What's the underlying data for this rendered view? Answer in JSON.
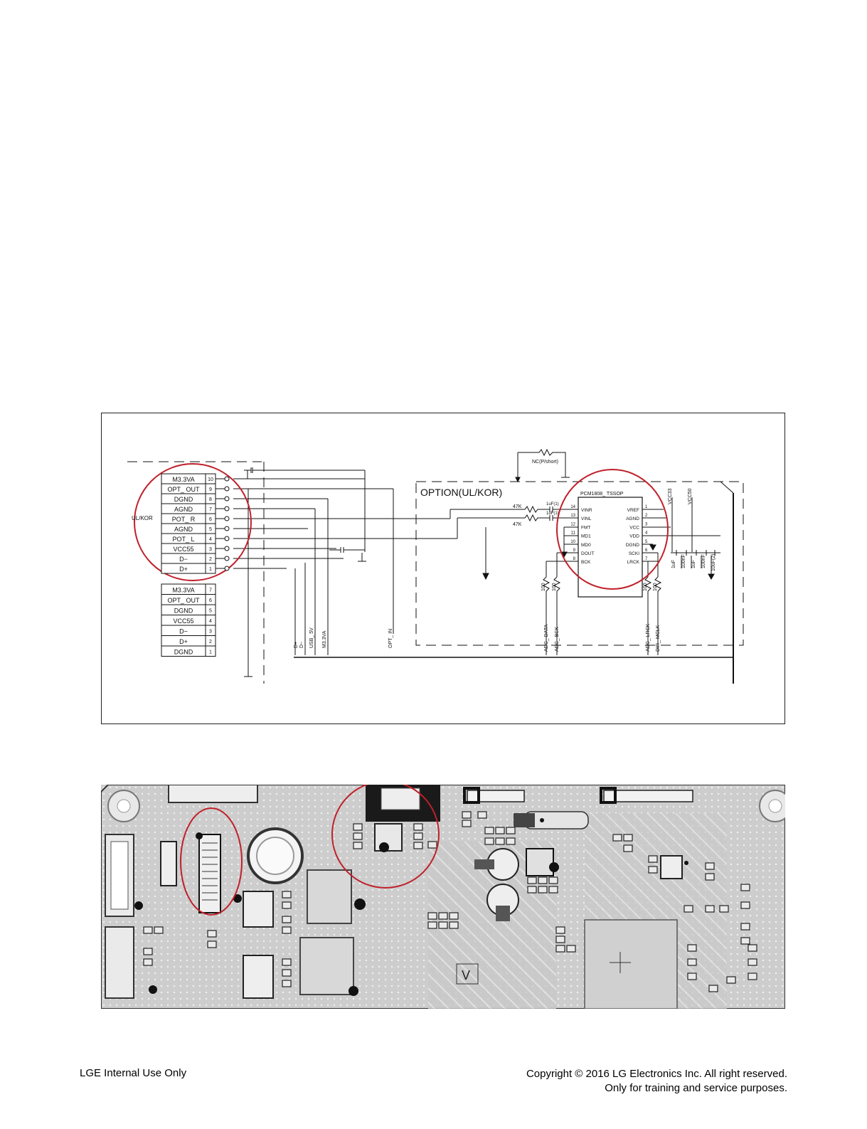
{
  "schematic": {
    "connector_label": "UL/KOR",
    "option_label": "OPTION(UL/KOR)",
    "nc_label": "NC(P/short)",
    "upper_connector": {
      "signals": [
        "M3.3VA",
        "OPT_ OUT",
        "DGND",
        "AGND",
        "POT_ R",
        "AGND",
        "POT_ L",
        "VCC55",
        "D−",
        "D+"
      ],
      "pins": [
        "10",
        "9",
        "8",
        "7",
        "6",
        "5",
        "4",
        "3",
        "2",
        "1"
      ]
    },
    "lower_connector": {
      "signals": [
        "M3.3VA",
        "OPT_ OUT",
        "DGND",
        "VCC55",
        "D−",
        "D+",
        "DGND"
      ],
      "pins": [
        "7",
        "6",
        "5",
        "4",
        "3",
        "2",
        "1"
      ]
    },
    "ic": {
      "name": "PCM1808_ TSSOP",
      "left_pins": [
        {
          "num": "14",
          "name": "VINR"
        },
        {
          "num": "13",
          "name": "VINL"
        },
        {
          "num": "12",
          "name": "FMT"
        },
        {
          "num": "11",
          "name": "MD1"
        },
        {
          "num": "10",
          "name": "MD0"
        },
        {
          "num": "9",
          "name": "DOUT"
        },
        {
          "num": "8",
          "name": "BCK"
        }
      ],
      "right_pins": [
        {
          "num": "1",
          "name": "VREF"
        },
        {
          "num": "2",
          "name": "AGND"
        },
        {
          "num": "3",
          "name": "VCC"
        },
        {
          "num": "4",
          "name": "VDD"
        },
        {
          "num": "5",
          "name": "DGND"
        },
        {
          "num": "6",
          "name": "SCKI"
        },
        {
          "num": "7",
          "name": "LRCK"
        }
      ]
    },
    "resistors_in": [
      "47K",
      "47K"
    ],
    "caps_in": [
      "1uF(1)",
      "1uF(1)"
    ],
    "series_resistors": [
      "100",
      "100",
      "100",
      "100"
    ],
    "supply_labels": [
      "VCC33",
      "VCC50"
    ],
    "decoupling_caps": [
      "1uF",
      "100nF",
      "1uF",
      "100nF",
      "10uF(2)"
    ],
    "net_labels_mid": [
      "D+",
      "D−",
      "USB_ 5V",
      "M3.3VA",
      "OPT_ IN"
    ],
    "net_labels_ic": [
      "ADC_ DATA",
      "ADC_ BCK",
      "ADC_ LRCK",
      "DIR_ MCLK"
    ]
  },
  "pcb": {
    "silk_label": "V"
  },
  "footer": {
    "left": "LGE Internal Use Only",
    "right_line1": "Copyright © 2016 LG Electronics Inc. All right reserved.",
    "right_line2": "Only for training and service purposes."
  }
}
